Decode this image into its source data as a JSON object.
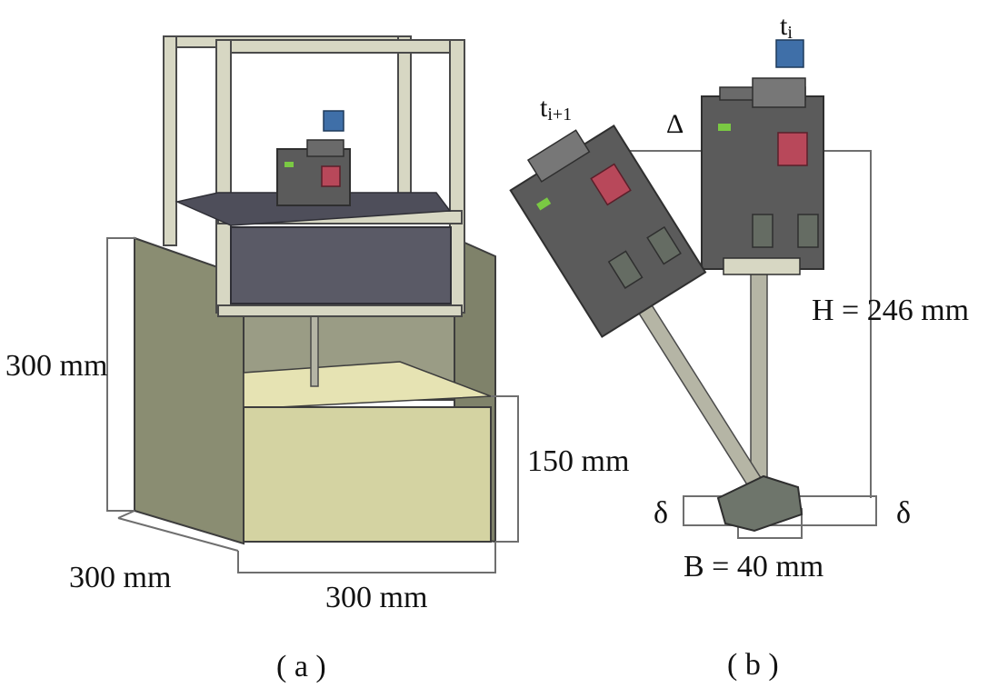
{
  "panel_a": {
    "caption": "( a )",
    "dim_height": "300 mm",
    "dim_depth": "300 mm",
    "dim_width": "300 mm",
    "dim_soil_depth": "150 mm"
  },
  "panel_b": {
    "caption": "( b )",
    "label_ti": "t",
    "label_ti_sub": "i",
    "label_ti1": "t",
    "label_ti1_sub": "i+1",
    "label_delta_upper": "Δ",
    "label_height": "H = 246 mm",
    "label_base": "B = 40 mm",
    "label_delta_left": "δ",
    "label_delta_right": "δ"
  },
  "colors": {
    "frame": "#d7d7c3",
    "wall": "#8a8d72",
    "soil": "#d4d3a2",
    "plate": "#5a5a66",
    "mass_blue": "#3f6fa8",
    "mass_red": "#b8485a",
    "body": "#5b5b5b",
    "rod": "#b5b5a5"
  }
}
